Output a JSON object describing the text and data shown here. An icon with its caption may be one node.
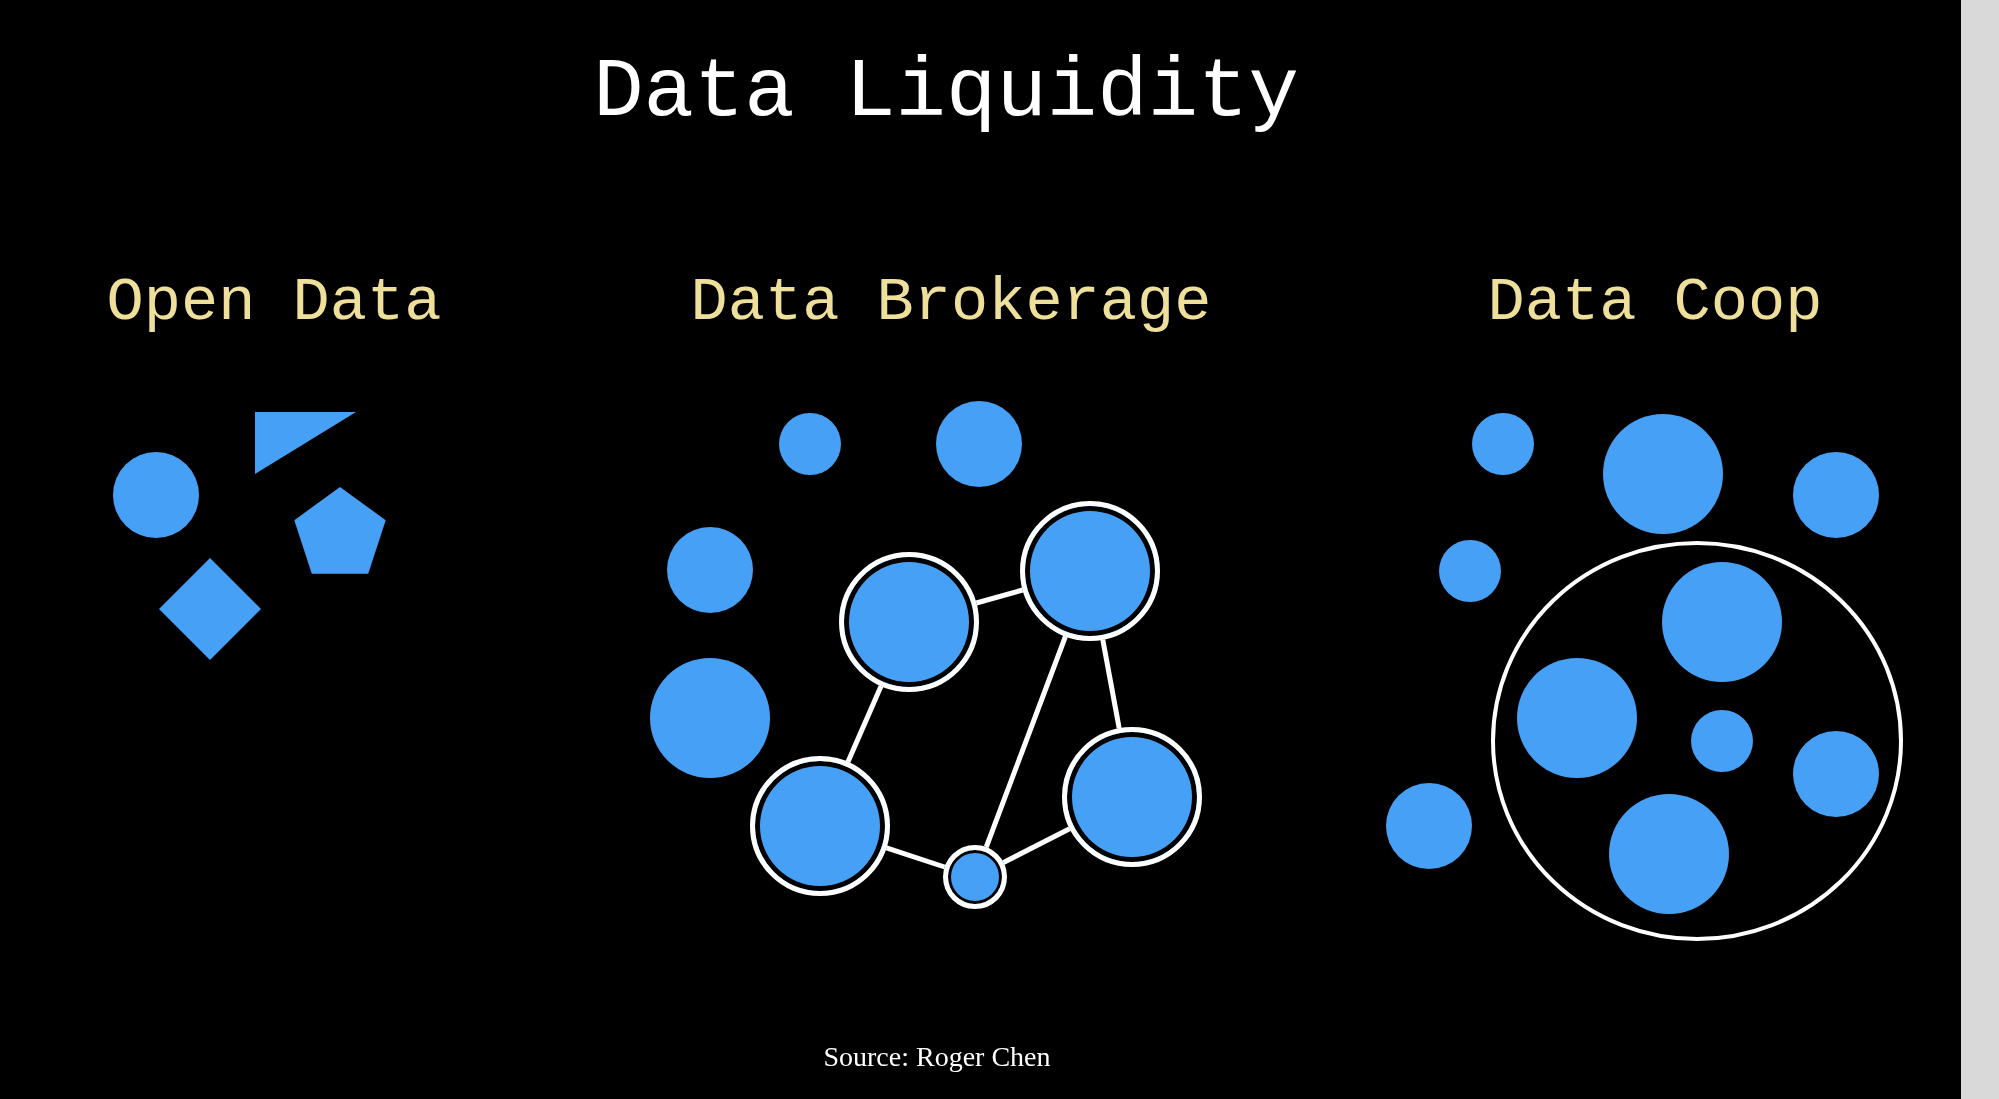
{
  "diagram": {
    "title": "Data Liquidity",
    "caption": "Source: Roger Chen",
    "nodes": [
      {
        "text": [],
        "shape": "circle"
      },
      {
        "text": [],
        "shape": "circle"
      },
      {
        "text": [],
        "shape": "circle"
      },
      {
        "text": [],
        "shape": "circle"
      },
      {
        "text": [],
        "shape": "circle"
      }
    ],
    "edges": [
      {
        "from": 0,
        "to": 1,
        "arrow": "none"
      },
      {
        "from": 0,
        "to": 2,
        "arrow": "none"
      },
      {
        "from": 2,
        "to": 3,
        "arrow": "none"
      },
      {
        "from": 3,
        "to": 4,
        "arrow": "none"
      },
      {
        "from": 1,
        "to": 3,
        "arrow": "none"
      },
      {
        "from": 1,
        "to": 4,
        "arrow": "none"
      }
    ],
    "labels": [
      "Open Data",
      "Data Brokerage",
      "Data Coop"
    ]
  }
}
